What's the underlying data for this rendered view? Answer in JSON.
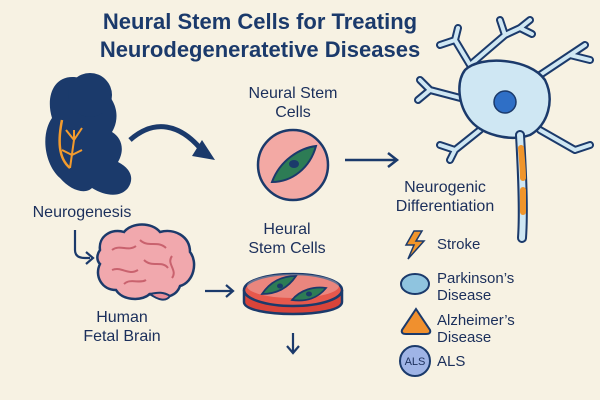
{
  "title": {
    "line1": "Neural Stem Cells for Treating",
    "line2": "Neurodegeneratetive Diseases"
  },
  "labels": {
    "neurogenesis": "Neurogenesis",
    "nsc_line1": "Neural Stem",
    "nsc_line2": "Cells",
    "heural_line1": "Heural",
    "heural_line2": "Stem Cells",
    "fetal_line1": "Human",
    "fetal_line2": "Fetal Brain",
    "differentiation_line1": "Neurogenic",
    "differentiation_line2": "Differentiation"
  },
  "legend": [
    {
      "label": "Stroke",
      "icon": "lightning-icon",
      "color": "#f0952b"
    },
    {
      "label_line1": "Parkinson’s",
      "label_line2": "Disease",
      "icon": "oval-cell-icon",
      "color": "#8fc4df"
    },
    {
      "label_line1": "Alzheimer’s",
      "label_line2": "Disease",
      "icon": "triangle-icon",
      "color": "#f0902e"
    },
    {
      "label": "ALS",
      "icon": "als-badge-icon",
      "badge_text": "ALS",
      "color": "#9fb4e6"
    }
  ],
  "colors": {
    "background": "#f7f2e3",
    "navy": "#1b3a6b",
    "neuron_blue": "#cfe7f3",
    "cell_pink": "#f3a9a4",
    "cell_green": "#2d7c55",
    "dish_red": "#d9443a",
    "brain_pink": "#f1a8ad"
  }
}
